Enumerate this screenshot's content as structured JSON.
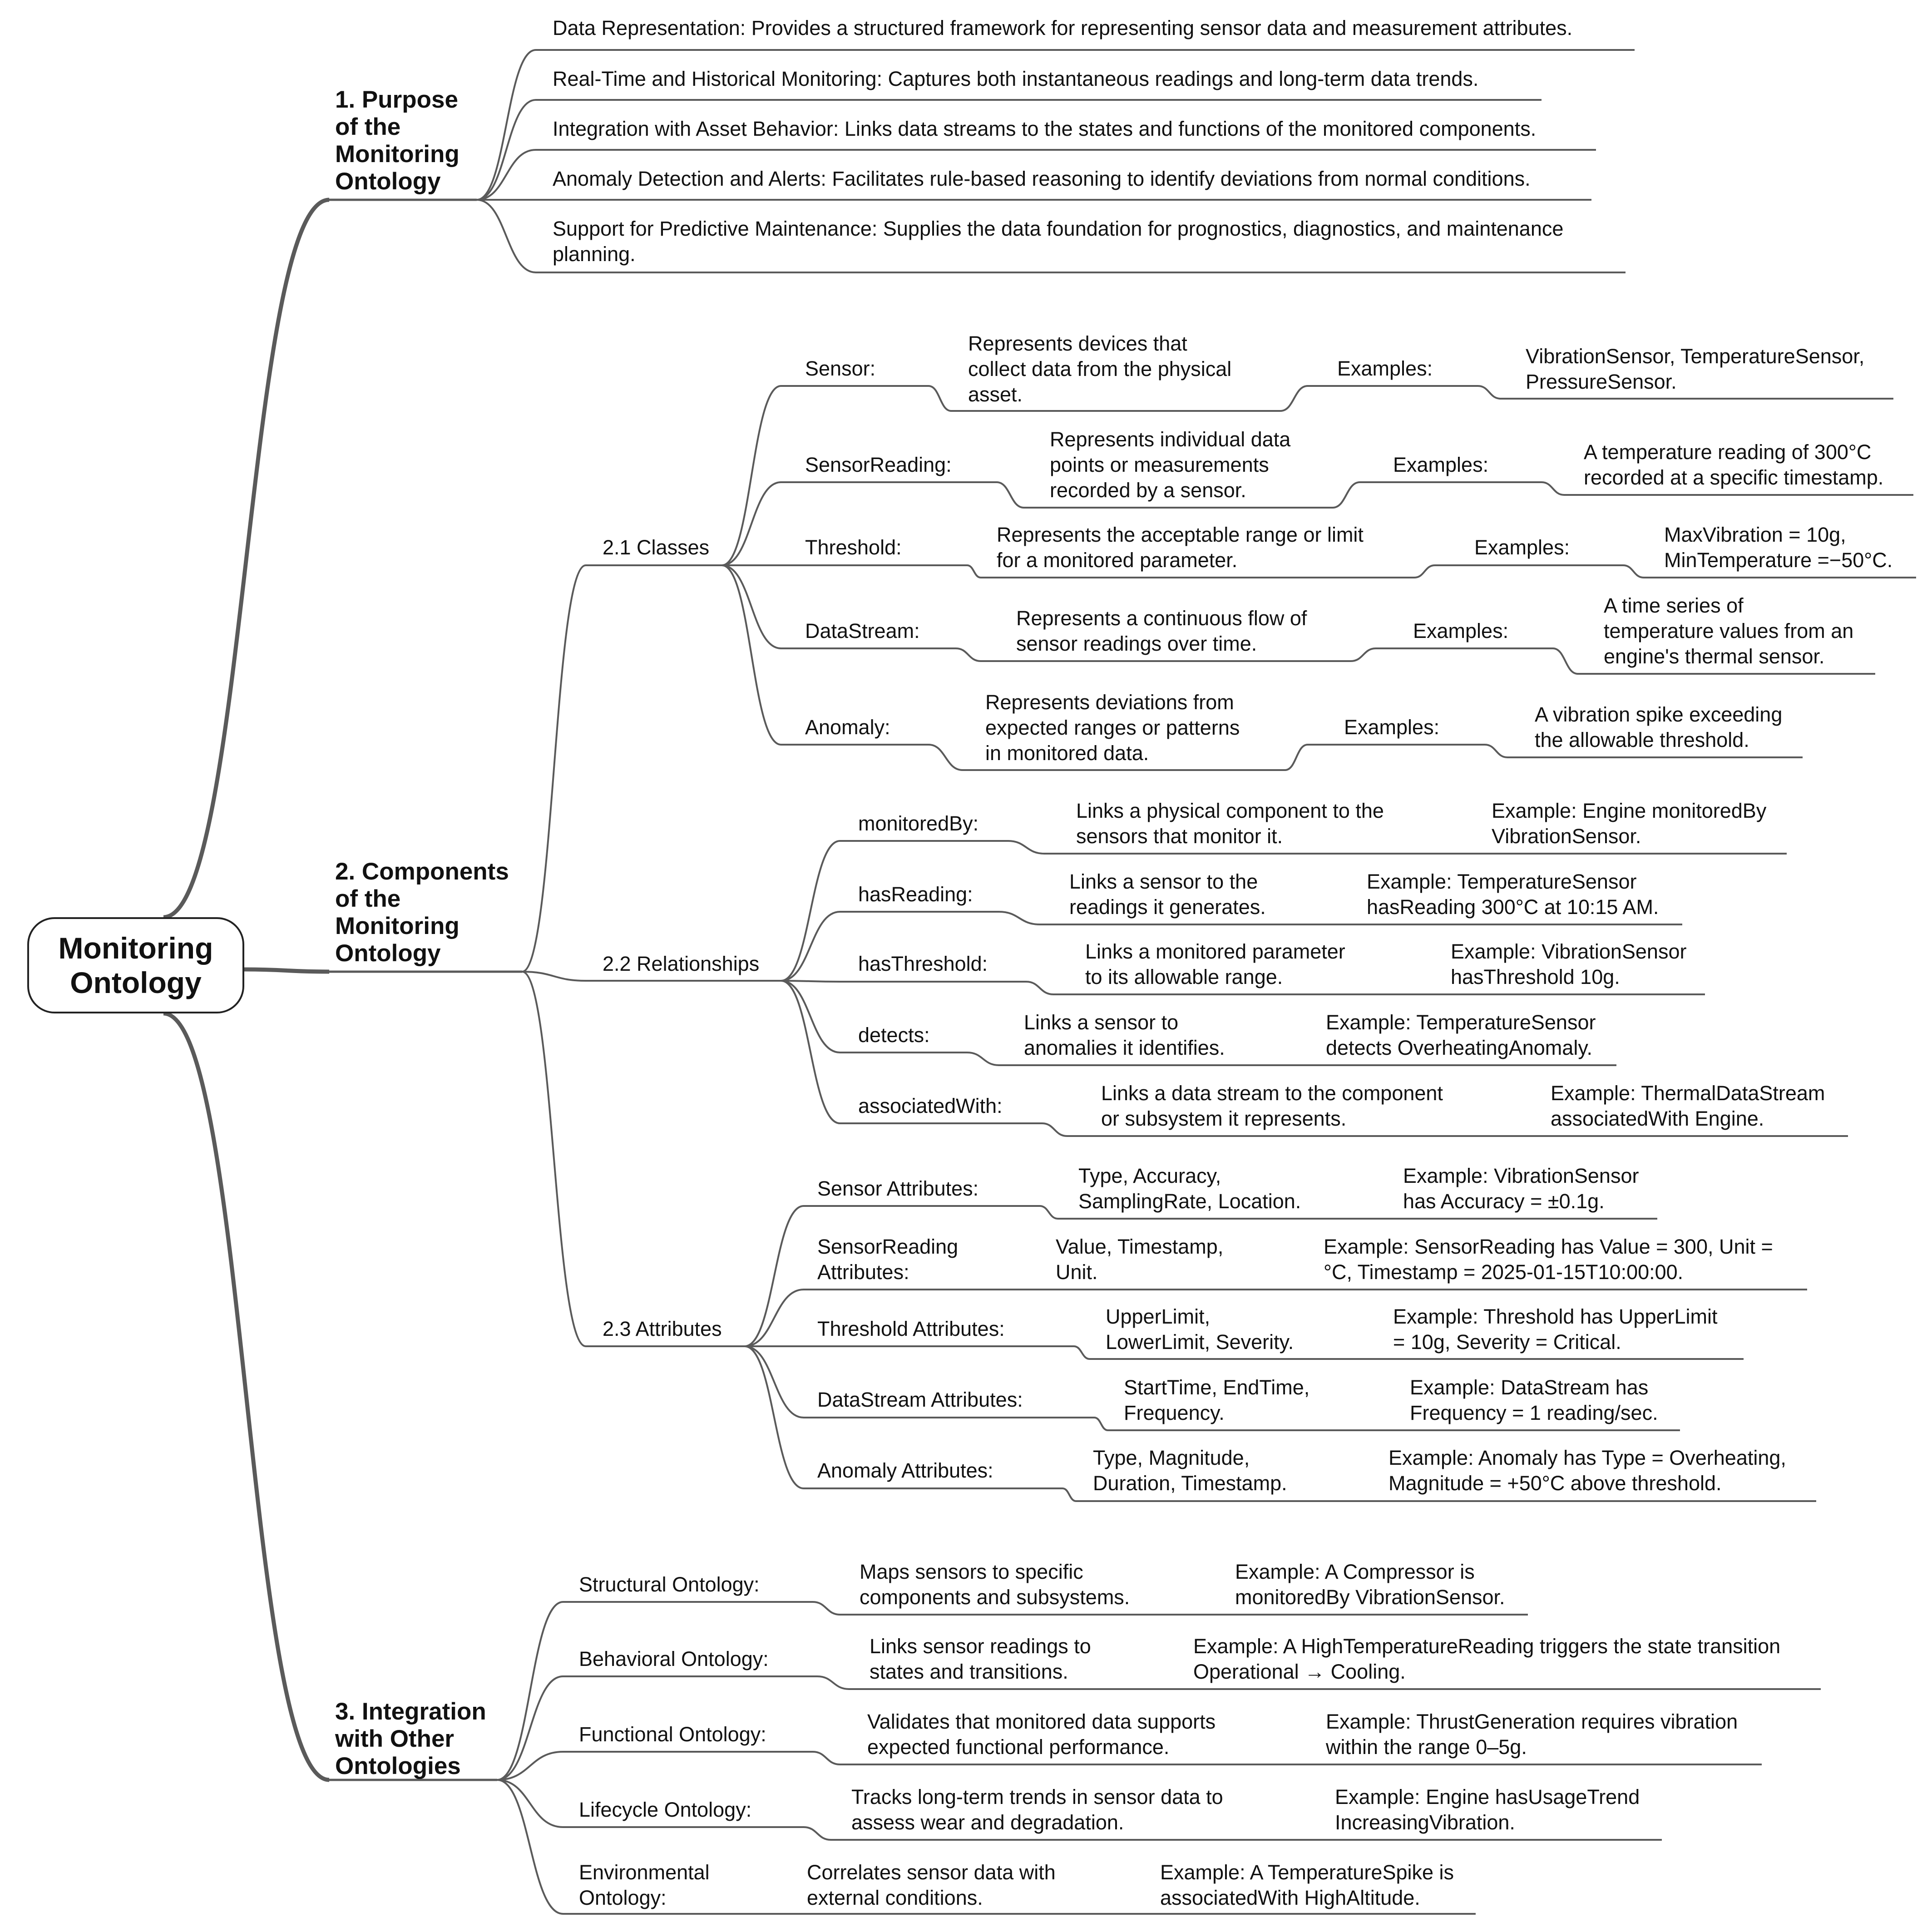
{
  "root": "Monitoring\nOntology",
  "sections": {
    "s1": {
      "title": "1. Purpose\nof the\nMonitoring\nOntology",
      "items": [
        "Data Representation: Provides a structured framework for representing sensor data and measurement attributes.",
        "Real-Time and Historical Monitoring: Captures both instantaneous readings and long-term data trends.",
        "Integration with Asset Behavior: Links data streams to the states and functions of the monitored components.",
        "Anomaly Detection and Alerts: Facilitates rule-based reasoning to identify deviations from normal conditions.",
        "Support for Predictive Maintenance: Supplies the data foundation for prognostics, diagnostics, and maintenance\nplanning."
      ]
    },
    "s2": {
      "title": "2. Components\nof the\nMonitoring\nOntology",
      "classes": {
        "title": "2.1 Classes",
        "rows": [
          {
            "label": "Sensor:",
            "desc": "Represents devices that\ncollect data from the physical\nasset.",
            "exlabel": "Examples:",
            "ex": "VibrationSensor, TemperatureSensor,\nPressureSensor."
          },
          {
            "label": "SensorReading:",
            "desc": "Represents individual data\npoints or measurements\nrecorded by a sensor.",
            "exlabel": "Examples:",
            "ex": "A temperature reading of 300°C\nrecorded at a specific timestamp."
          },
          {
            "label": "Threshold:",
            "desc": "Represents the acceptable range or limit\nfor a monitored parameter.",
            "exlabel": "Examples:",
            "ex": "MaxVibration = 10g,\nMinTemperature =−50°C."
          },
          {
            "label": "DataStream:",
            "desc": "Represents a continuous flow of\nsensor readings over time.",
            "exlabel": "Examples:",
            "ex": "A time series of\ntemperature values from an\nengine's thermal sensor."
          },
          {
            "label": "Anomaly:",
            "desc": "Represents deviations from\nexpected ranges or patterns\nin monitored data.",
            "exlabel": "Examples:",
            "ex": "A vibration spike exceeding\nthe allowable threshold."
          }
        ]
      },
      "relationships": {
        "title": "2.2 Relationships",
        "rows": [
          {
            "label": "monitoredBy:",
            "desc": "Links a physical component to the\nsensors that monitor it.",
            "ex": "Example: Engine monitoredBy\nVibrationSensor."
          },
          {
            "label": "hasReading:",
            "desc": "Links a sensor to the\nreadings it generates.",
            "ex": "Example: TemperatureSensor\nhasReading 300°C at 10:15 AM."
          },
          {
            "label": "hasThreshold:",
            "desc": "Links a monitored parameter\nto its allowable range.",
            "ex": "Example: VibrationSensor\nhasThreshold 10g."
          },
          {
            "label": "detects:",
            "desc": "Links a sensor to\nanomalies it identifies.",
            "ex": "Example: TemperatureSensor\ndetects OverheatingAnomaly."
          },
          {
            "label": "associatedWith:",
            "desc": "Links a data stream to the component\nor subsystem it represents.",
            "ex": "Example: ThermalDataStream\nassociatedWith Engine."
          }
        ]
      },
      "attributes": {
        "title": "2.3 Attributes",
        "rows": [
          {
            "label": "Sensor Attributes:",
            "desc": "Type, Accuracy,\nSamplingRate, Location.",
            "ex": "Example: VibrationSensor\nhas Accuracy = ±0.1g."
          },
          {
            "label": "SensorReading\nAttributes:",
            "desc": "Value, Timestamp,\nUnit.",
            "ex": "Example: SensorReading has Value = 300, Unit =\n°C, Timestamp = 2025-01-15T10:00:00."
          },
          {
            "label": "Threshold Attributes:",
            "desc": "UpperLimit,\nLowerLimit, Severity.",
            "ex": "Example: Threshold has UpperLimit\n= 10g, Severity = Critical."
          },
          {
            "label": "DataStream Attributes:",
            "desc": "StartTime, EndTime,\nFrequency.",
            "ex": "Example: DataStream has\nFrequency = 1 reading/sec."
          },
          {
            "label": "Anomaly Attributes:",
            "desc": "Type, Magnitude,\nDuration, Timestamp.",
            "ex": "Example: Anomaly has Type = Overheating,\nMagnitude = +50°C above threshold."
          }
        ]
      }
    },
    "s3": {
      "title": "3. Integration\nwith Other\nOntologies",
      "rows": [
        {
          "label": "Structural Ontology:",
          "desc": "Maps sensors to specific\ncomponents and subsystems.",
          "ex": "Example: A Compressor is\nmonitoredBy VibrationSensor."
        },
        {
          "label": "Behavioral Ontology:",
          "desc": "Links sensor readings to\nstates and transitions.",
          "ex": "Example: A HighTemperatureReading triggers the state transition\nOperational → Cooling."
        },
        {
          "label": "Functional Ontology:",
          "desc": "Validates that monitored data supports\nexpected functional performance.",
          "ex": "Example: ThrustGeneration requires vibration\nwithin the range 0–5g."
        },
        {
          "label": "Lifecycle Ontology:",
          "desc": "Tracks long-term trends in sensor data to\nassess wear and degradation.",
          "ex": "Example: Engine hasUsageTrend\nIncreasingVibration."
        },
        {
          "label": "Environmental\nOntology:",
          "desc": "Correlates sensor data with\nexternal conditions.",
          "ex": "Example: A TemperatureSpike is\nassociatedWith HighAltitude."
        }
      ]
    }
  }
}
